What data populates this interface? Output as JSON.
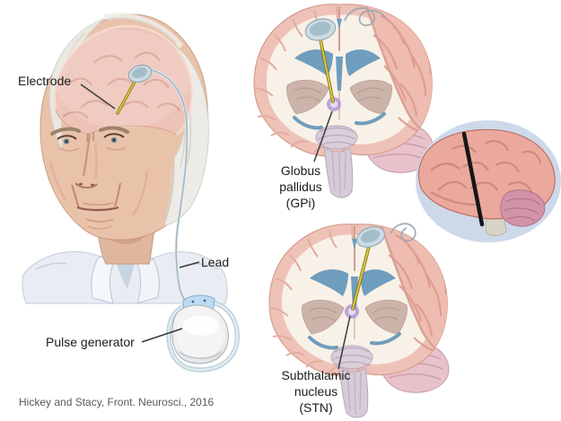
{
  "panels": {
    "patient": {
      "electrode_label": "Electrode",
      "lead_label": "Lead",
      "pulse_generator_label": "Pulse generator"
    },
    "coronal_sections": {
      "gpi_label": "Globus\npallidus\n(GPi)",
      "stn_label": "Subthalamic\nnucleus\n(STN)"
    }
  },
  "citation": "Hickey and Stacy, Front. Neurosci., 2016",
  "colors": {
    "dbs_lead_yellow": "#ddc83e",
    "target_purple": "#ae92d6",
    "target_purple_core": "#e6dcf5",
    "ventricle_blue": "#6f9dbd",
    "inset_background": "#cdd9ea",
    "section_plane_black": "#161616",
    "cortex_pink": "#efc2b8",
    "white_matter": "#f8f1e7",
    "label_text": "#1b1b1b",
    "citation_gray": "#57595c"
  }
}
